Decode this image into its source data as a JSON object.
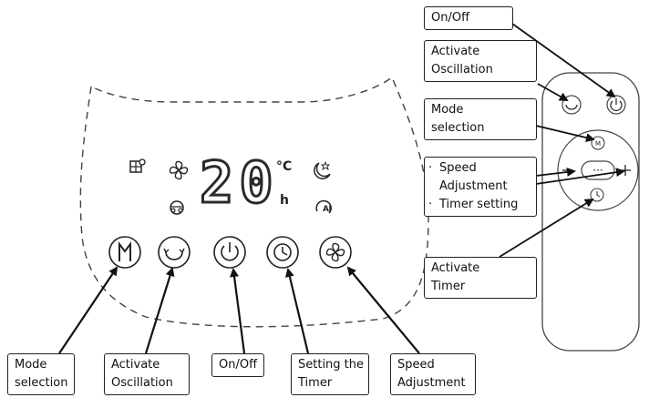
{
  "display": {
    "digits": "20",
    "unit_temp": "°C",
    "unit_hours": "h"
  },
  "icons": [
    "room-temp-icon",
    "fan-icon",
    "child-lock-icon",
    "sleep-mode-icon",
    "auto-mode-icon"
  ],
  "panel_buttons": [
    {
      "name": "mode-button",
      "glyph": "M"
    },
    {
      "name": "oscillation-button",
      "glyph": "oscillation"
    },
    {
      "name": "power-button",
      "glyph": "power"
    },
    {
      "name": "timer-button",
      "glyph": "clock"
    },
    {
      "name": "speed-button",
      "glyph": "fan"
    }
  ],
  "bottom_labels": [
    {
      "lines": [
        "Mode",
        "selection"
      ]
    },
    {
      "lines": [
        "Activate",
        "Oscillation"
      ]
    },
    {
      "lines": [
        "On/Off"
      ]
    },
    {
      "lines": [
        "Setting the",
        "Timer"
      ]
    },
    {
      "lines": [
        "Speed",
        "Adjustment"
      ]
    }
  ],
  "remote_labels": {
    "on_off": "On/Off",
    "oscillation": [
      "Activate",
      "Oscillation"
    ],
    "mode": [
      "Mode",
      "selection"
    ],
    "speed": [
      "Speed",
      "Adjustment"
    ],
    "timer_setting": "Timer setting",
    "activate_timer": [
      "Activate",
      "Timer"
    ]
  },
  "remote_buttons": {
    "mode_glyph": "M",
    "center_glyph": "···"
  },
  "colors": {
    "ink": "#222222",
    "dash": "#444444",
    "background": "#ffffff"
  }
}
